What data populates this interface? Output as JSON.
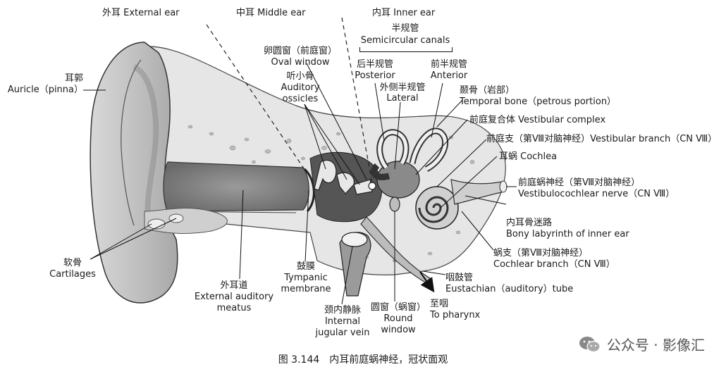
{
  "region_labels": {
    "external": "外耳 External ear",
    "middle": "中耳 Middle ear",
    "inner": "内耳 Inner ear"
  },
  "labels": {
    "semicircular_cn": "半规管",
    "semicircular_en": "Semicircular canals",
    "oval_cn": "卵圆窗（前庭窗）",
    "oval_en": "Oval window",
    "posterior_cn": "后半规管",
    "posterior_en": "Posterior",
    "anterior_cn": "前半规管",
    "anterior_en": "Anterior",
    "lateral_cn": "外侧半规管",
    "lateral_en": "Lateral",
    "ossicles_cn": "听小骨",
    "ossicles_en1": "Auditory",
    "ossicles_en2": "ossicles",
    "auricle_cn": "耳郭",
    "auricle_en": "Auricle（pinna）",
    "temporal_cn": "颞骨（岩部）",
    "temporal_en": "Temporal bone（petrous portion）",
    "vestibular_complex": "前庭复合体 Vestibular complex",
    "vestibular_branch": "前庭支（第Ⅷ对脑神经）Vestibular branch（CN Ⅷ）",
    "cochlea": "耳蜗 Cochlea",
    "vcn_cn": "前庭蜗神经（第Ⅷ对脑神经）",
    "vcn_en": "Vestibulocochlear nerve（CN Ⅷ）",
    "bony_cn": "内耳骨迷路",
    "bony_en": "Bony labyrinth of inner ear",
    "cochlear_branch_cn": "蜗支（第Ⅷ对脑神经）",
    "cochlear_branch_en": "Cochlear branch（CN Ⅷ）",
    "eustachian_cn": "咽鼓管",
    "eustachian_en": "Eustachian（auditory）tube",
    "pharynx_cn": "至咽",
    "pharynx_en": "To pharynx",
    "round_cn": "圆窗（蜗窗）",
    "round_en1": "Round",
    "round_en2": "window",
    "jugular_cn": "颈内静脉",
    "jugular_en1": "Internal",
    "jugular_en2": "jugular vein",
    "tympanic_cn": "鼓膜",
    "tympanic_en1": "Tympanic",
    "tympanic_en2": "membrane",
    "meatus_cn": "外耳道",
    "meatus_en1": "External auditory",
    "meatus_en2": "meatus",
    "cartilage_cn": "软骨",
    "cartilage_en": "Cartilages"
  },
  "caption": "图 3.144　内耳前庭蜗神经，冠状面观",
  "watermark": "公众号 · 影像汇"
}
